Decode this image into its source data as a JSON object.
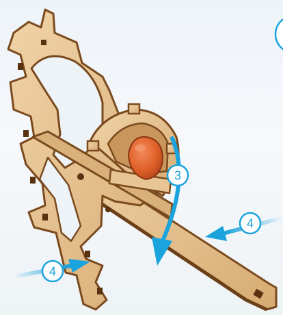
{
  "illustration": {
    "subject": "wooden-mechanism-assembly",
    "accent_color": "#1aa3dd",
    "wood_color": "#e4c08f",
    "wood_edge_color": "#7a4a1e",
    "weight_color": "#e0622a"
  },
  "steps": {
    "rotate": "3",
    "insert_right": "4",
    "insert_left": "4"
  }
}
